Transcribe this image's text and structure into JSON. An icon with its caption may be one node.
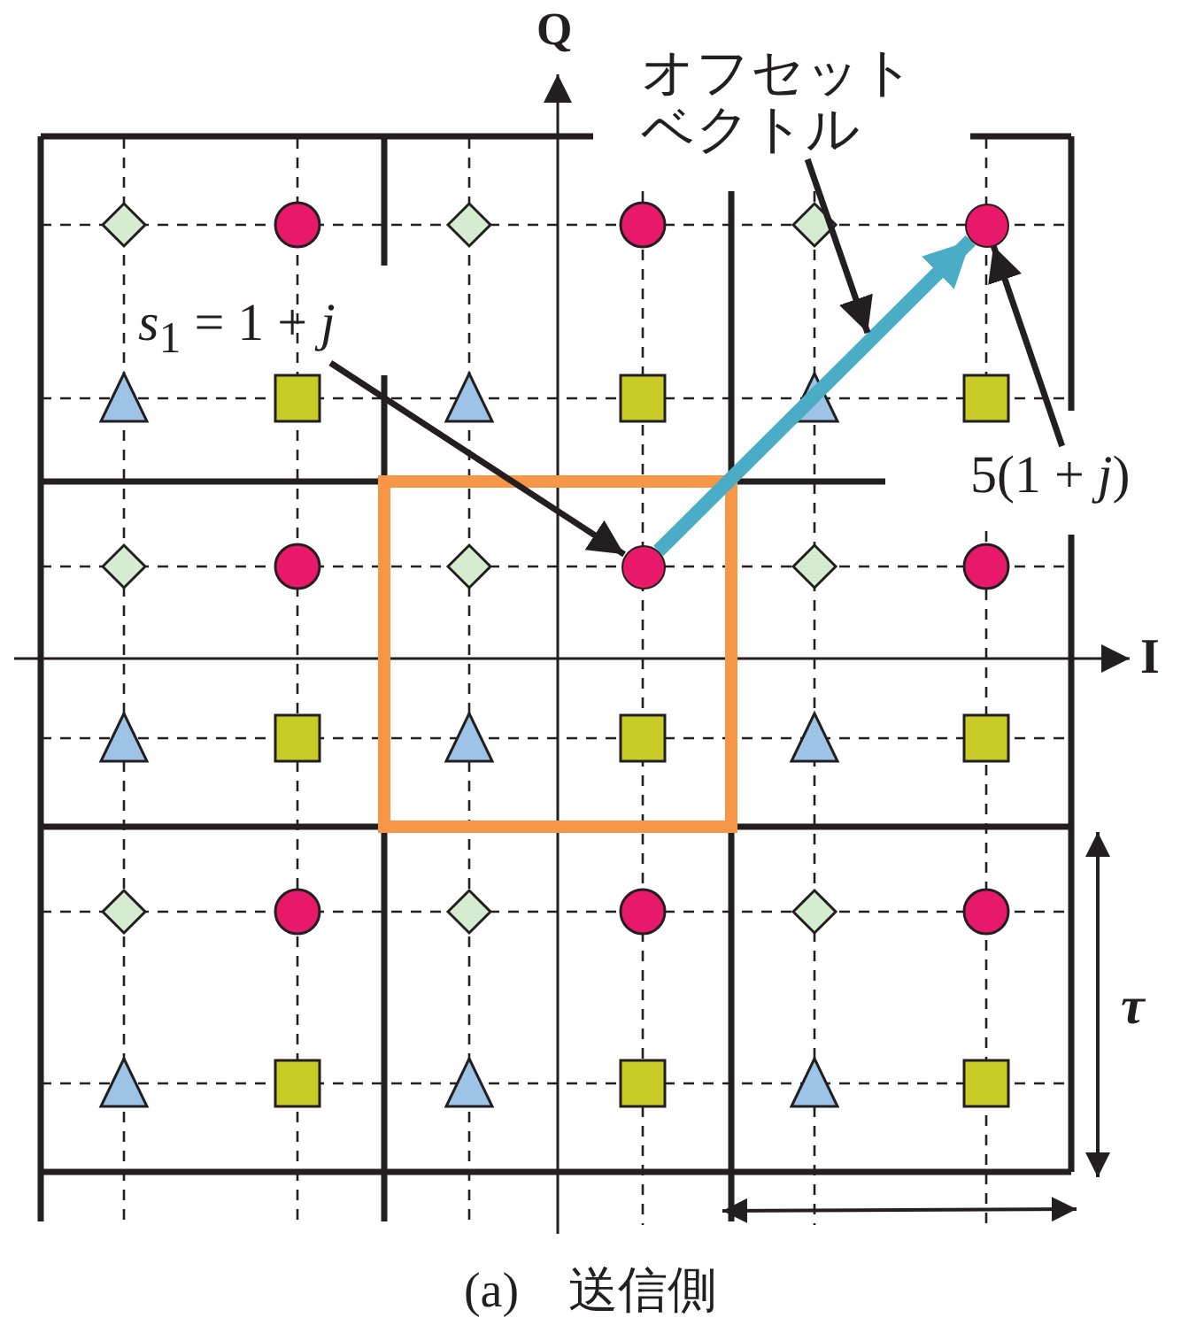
{
  "diagram": {
    "caption": "(a)　送信側",
    "nodes": [
      {
        "text": [
          "*s*$_{1}$ = 1 + *j*"
        ]
      },
      {
        "text": [],
        "shape": "circle"
      },
      {
        "text": [
          "オフセットベクトル"
        ]
      },
      {
        "text": [],
        "shape": "circle"
      },
      {
        "text": [
          "5(1 + *j*)"
        ]
      }
    ],
    "edges": [
      {
        "from": 0,
        "to": 1,
        "arrow": "to"
      },
      {
        "from": 1,
        "to": 3,
        "arrow": "to",
        "style": "thick",
        "color": "#4bacc6"
      },
      {
        "from": 2,
        "to": null,
        "arrow": "to"
      },
      {
        "from": 4,
        "to": 3,
        "arrow": "to"
      }
    ],
    "labels": [
      "Q",
      "I",
      "τ"
    ]
  }
}
